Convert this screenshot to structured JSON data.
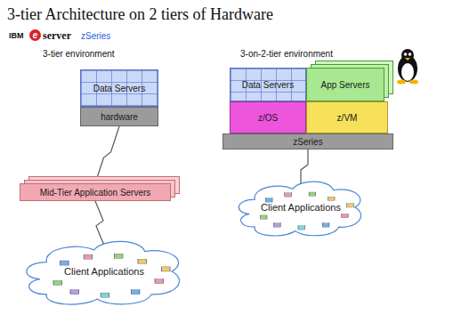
{
  "diagram": {
    "title": "3-tier Architecture on 2 tiers of Hardware",
    "nodes": [
      {
        "text": [
          "Data Servers"
        ]
      },
      {
        "text": [
          "hardware"
        ]
      },
      {
        "text": [
          "Mid-Tier Application Servers"
        ]
      },
      {
        "text": [
          "Client Applications"
        ]
      },
      {
        "text": [
          "Data Servers"
        ]
      },
      {
        "text": [
          "App Servers"
        ]
      },
      {
        "text": [
          "z/OS"
        ]
      },
      {
        "text": [
          "z/VM"
        ]
      },
      {
        "text": [
          "zSeries"
        ]
      },
      {
        "text": [
          "Client Applications"
        ]
      }
    ],
    "edges": [
      {
        "from": 1,
        "to": 2,
        "arrow": "none"
      },
      {
        "from": 2,
        "to": 3,
        "arrow": "none"
      },
      {
        "from": 8,
        "to": 9,
        "arrow": "none"
      }
    ],
    "labels": [
      "IBM",
      "e",
      "server",
      "zSeries",
      "3-tier environment",
      "3-on-2-tier environment"
    ]
  }
}
